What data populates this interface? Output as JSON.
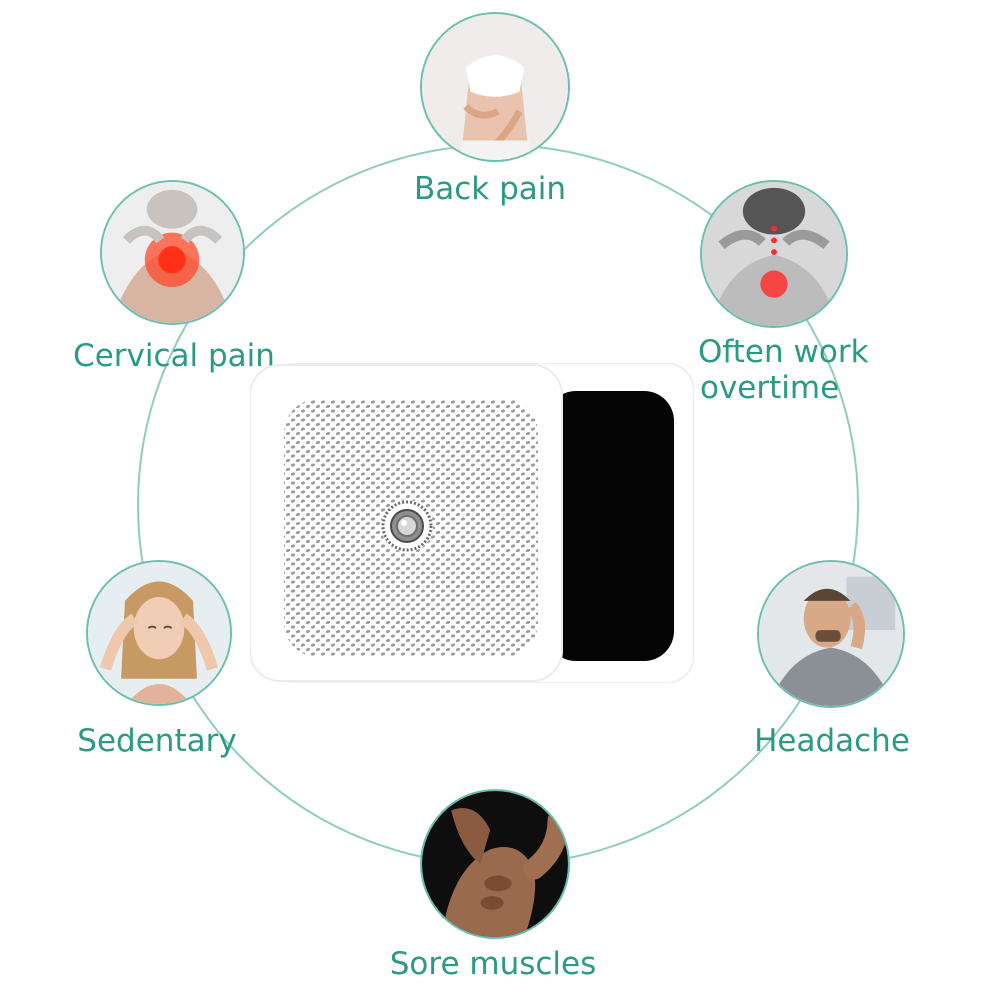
{
  "colors": {
    "accent": "#2a9a84",
    "ring": "#8fcdbf",
    "pad_black": "#050505",
    "pad_white": "#ffffff"
  },
  "items": [
    {
      "label": "Back pain",
      "icon": "back-pain-photo"
    },
    {
      "label": "Cervical pain",
      "icon": "neck-pain-photo"
    },
    {
      "label": "Often work",
      "label_line2": "overtime",
      "icon": "neck-spine-photo"
    },
    {
      "label": "Sedentary",
      "icon": "woman-headache-photo"
    },
    {
      "label": "Headache",
      "icon": "man-headache-photo"
    },
    {
      "label": "Sore muscles",
      "icon": "muscles-photo"
    }
  ],
  "product": {
    "icon": "electrode-pad"
  }
}
